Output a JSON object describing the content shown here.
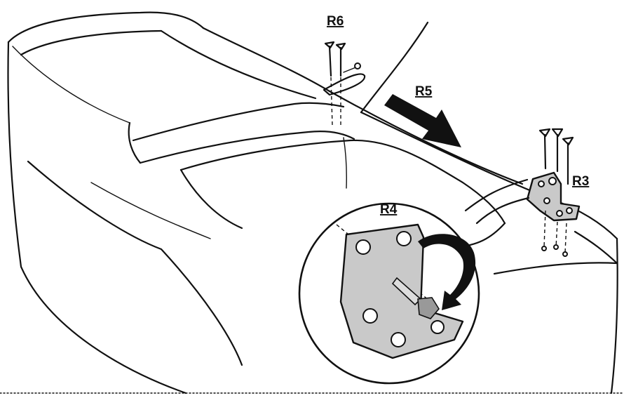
{
  "labels": {
    "r3": "R3",
    "r4": "R4",
    "r5": "R5",
    "r6": "R6"
  },
  "colors": {
    "ink": "#111111",
    "shade": "#c9c9c9",
    "paper": "#ffffff"
  }
}
